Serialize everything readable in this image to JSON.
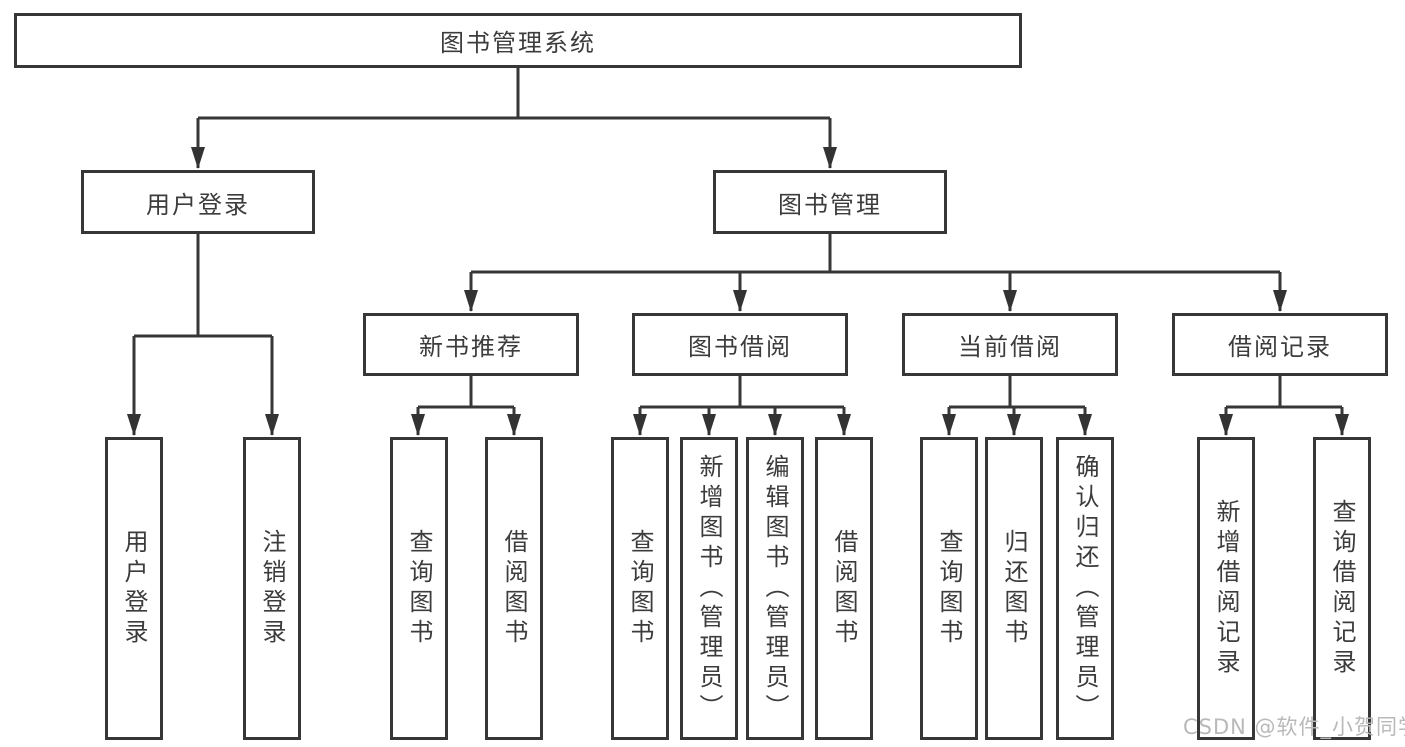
{
  "tree": {
    "root": "图书管理系统",
    "children": [
      {
        "label": "用户登录",
        "children": [
          "用户登录",
          "注销登录"
        ]
      },
      {
        "label": "图书管理",
        "children": [
          {
            "label": "新书推荐",
            "children": [
              "查询图书",
              "借阅图书"
            ]
          },
          {
            "label": "图书借阅",
            "children": [
              "查询图书",
              "新增图书（管理员）",
              "编辑图书（管理员）",
              "借阅图书"
            ]
          },
          {
            "label": "当前借阅",
            "children": [
              "查询图书",
              "归还图书",
              "确认归还（管理员）"
            ]
          },
          {
            "label": "借阅记录",
            "children": [
              "新增借阅记录",
              "查询借阅记录"
            ]
          }
        ]
      }
    ]
  },
  "watermark": "CSDN @软件_小贺同学",
  "colors": {
    "line": "#373737",
    "text": "#3c3c3c",
    "watermark": "#b9b9b9",
    "background": "#ffffff"
  }
}
